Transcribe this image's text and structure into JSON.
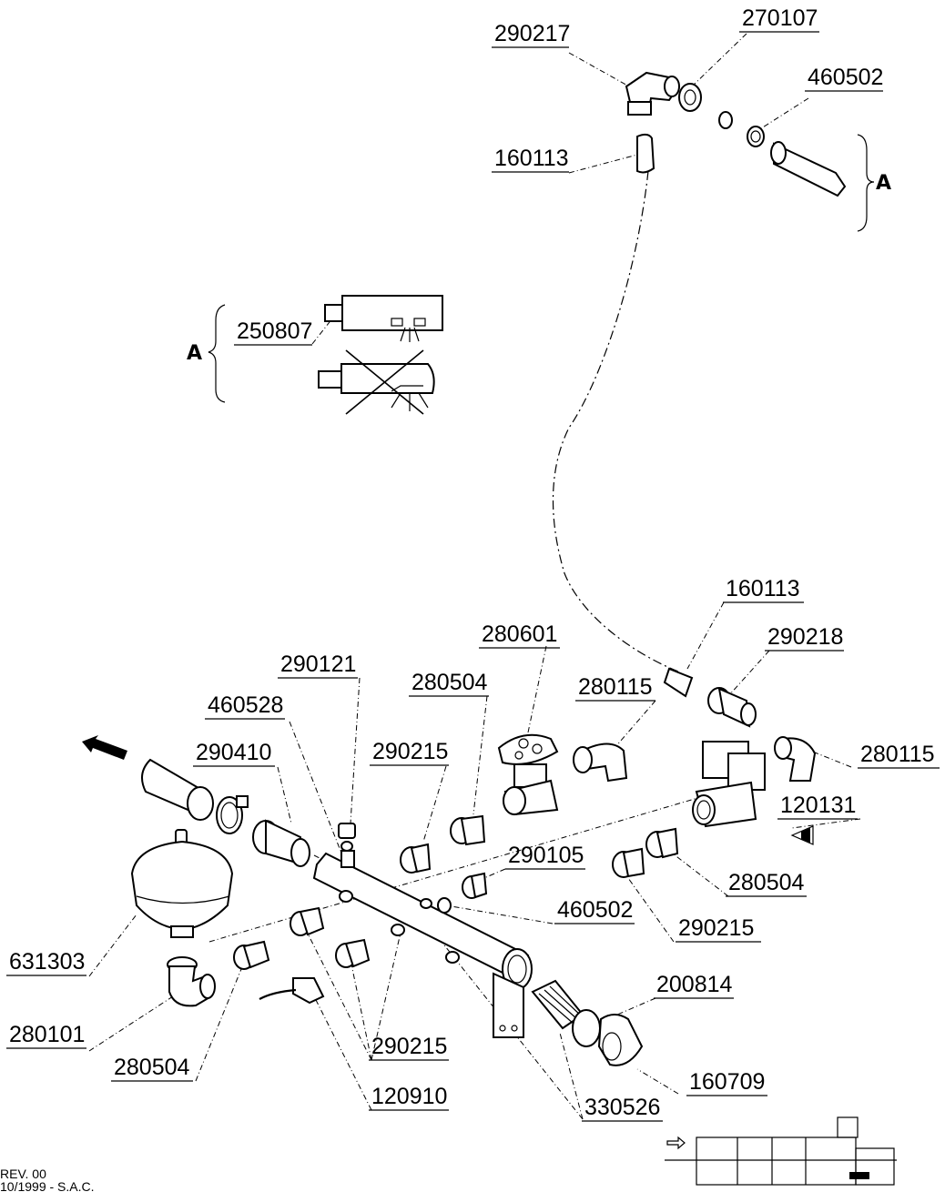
{
  "diagram": {
    "part_labels": [
      {
        "id": "p290217",
        "code": "290217"
      },
      {
        "id": "p270107",
        "code": "270107"
      },
      {
        "id": "p460502a",
        "code": "460502"
      },
      {
        "id": "p160113a",
        "code": "160113"
      },
      {
        "id": "p250807",
        "code": "250807"
      },
      {
        "id": "p160113b",
        "code": "160113"
      },
      {
        "id": "p280601",
        "code": "280601"
      },
      {
        "id": "p290218",
        "code": "290218"
      },
      {
        "id": "p290121",
        "code": "290121"
      },
      {
        "id": "p280504a",
        "code": "280504"
      },
      {
        "id": "p280115a",
        "code": "280115"
      },
      {
        "id": "p460528",
        "code": "460528"
      },
      {
        "id": "p280115b",
        "code": "280115"
      },
      {
        "id": "p290410",
        "code": "290410"
      },
      {
        "id": "p290215a",
        "code": "290215"
      },
      {
        "id": "p120131",
        "code": "120131"
      },
      {
        "id": "p290105",
        "code": "290105"
      },
      {
        "id": "p280504b",
        "code": "280504"
      },
      {
        "id": "p460502b",
        "code": "460502"
      },
      {
        "id": "p290215b",
        "code": "290215"
      },
      {
        "id": "p631303",
        "code": "631303"
      },
      {
        "id": "p200814",
        "code": "200814"
      },
      {
        "id": "p280101",
        "code": "280101"
      },
      {
        "id": "p290215c",
        "code": "290215"
      },
      {
        "id": "p280504c",
        "code": "280504"
      },
      {
        "id": "p160709",
        "code": "160709"
      },
      {
        "id": "p120910",
        "code": "120910"
      },
      {
        "id": "p330526",
        "code": "330526"
      }
    ],
    "detail_marker_top": "A",
    "detail_marker_left": "A",
    "revision_line1": "REV. 00",
    "revision_line2": "10/1999 - S.A.C."
  }
}
